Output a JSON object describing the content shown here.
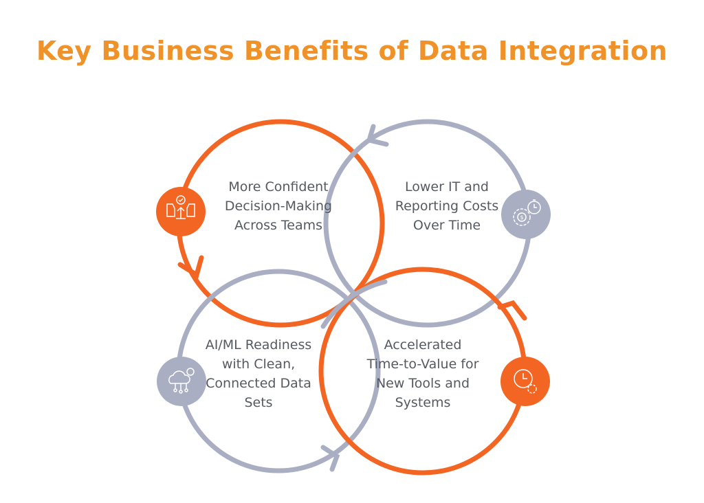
{
  "title": "Key Business Benefits of Data Integration",
  "colors": {
    "orange": "#f26522",
    "gray": "#a9aec3",
    "title": "#f0922a",
    "text": "#555a60"
  },
  "benefits": [
    {
      "label": "More Confident Decision-Making Across Teams",
      "icon": "decision-making-icon",
      "color": "orange"
    },
    {
      "label": "Lower IT and Reporting Costs Over Time",
      "icon": "cost-time-gear-icon",
      "color": "gray"
    },
    {
      "label": "AI/ML Readiness with Clean, Connected Data Sets",
      "icon": "ai-cloud-network-icon",
      "color": "gray"
    },
    {
      "label": "Accelerated Time-to-Value for New Tools and Systems",
      "icon": "clock-gear-icon",
      "color": "orange"
    }
  ]
}
